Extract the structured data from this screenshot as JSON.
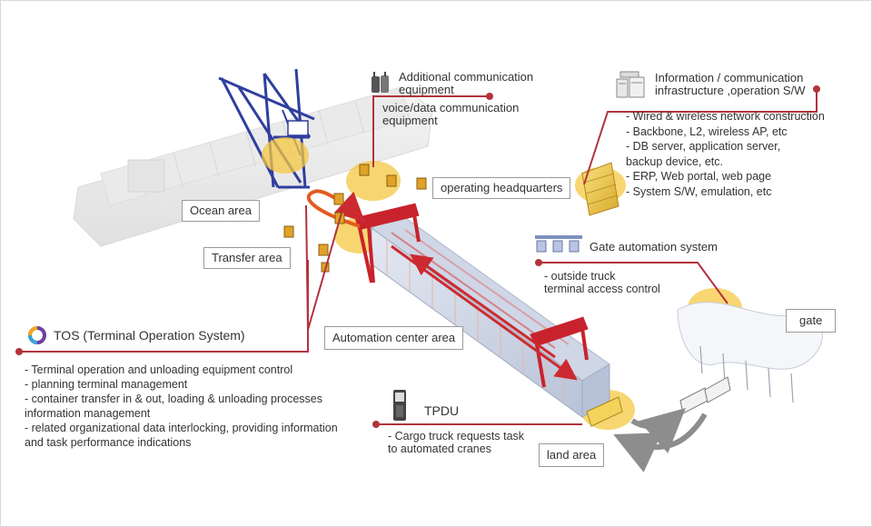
{
  "comm": {
    "title": "Additional communication\nequipment",
    "sub": "voice/data communication\nequipment",
    "icon": "walkie-talkie-icon"
  },
  "info": {
    "title": "Information / communication\ninfrastructure ,operation S/W",
    "items": [
      "- Wired & wireless network construction",
      "- Backbone, L2, wireless AP, etc",
      "- DB server, application server,",
      "   backup device, etc.",
      "- ERP, Web portal, web page",
      "- System S/W, emulation, etc"
    ],
    "icon": "server-icon"
  },
  "hq": {
    "label": "operating headquarters"
  },
  "ocean": {
    "label": "Ocean area"
  },
  "transfer": {
    "label": "Transfer area"
  },
  "gate_system": {
    "title": "Gate automation system",
    "items": [
      "- outside truck",
      "   terminal access control"
    ],
    "icon": "gate-booth-icon"
  },
  "gate": {
    "label": "gate"
  },
  "automation": {
    "label": "Automation center area"
  },
  "tos": {
    "title": "TOS (Terminal Operation System)",
    "items": [
      "- Terminal operation and unloading equipment control",
      "- planning terminal management",
      "- container transfer in & out, loading & unloading processes",
      "   information management",
      "- related organizational data interlocking, providing information",
      "  and task performance indications"
    ],
    "icon": "tos-ring-icon"
  },
  "tpdu": {
    "title": "TPDU",
    "items": [
      "- Cargo truck requests task",
      "  to automated cranes"
    ],
    "icon": "tpdu-device-icon"
  },
  "land": {
    "label": "land area"
  },
  "colors": {
    "leader": "#b2333d",
    "highlight": "#f5c842",
    "crane_red": "#c8232c",
    "crane_blue": "#2f3f9e"
  }
}
